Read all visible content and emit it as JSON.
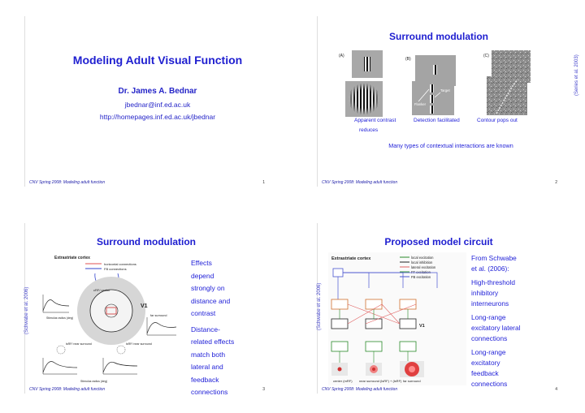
{
  "slides": [
    {
      "title": "Modeling Adult Visual Function",
      "author": "Dr. James A. Bednar",
      "email": "jbednar@inf.ed.ac.uk",
      "url": "http://homepages.inf.ed.ac.uk/jbednar",
      "footer": "CNV Spring 2008: Modeling adult function",
      "page": "1"
    },
    {
      "title": "Surround modulation",
      "panel_letters": [
        "(A)",
        "(B)",
        "(C)"
      ],
      "target_label": "Target",
      "flanker_label": "Flanker",
      "captions": [
        "Apparent contrast",
        "Detection facilitated",
        "Contour pops out"
      ],
      "caption_extra": "reduces",
      "summary": "Many types of contextual interactions are known",
      "citation": "(Series et al. 2003)",
      "footer": "CNV Spring 2008: Modeling adult function",
      "page": "2"
    },
    {
      "title": "Surround modulation",
      "body_lines": [
        "Effects",
        "depend",
        "strongly on",
        "distance and",
        "contrast",
        "Distance-",
        "related effects",
        "match both",
        "lateral and",
        "feedback",
        "connections"
      ],
      "citation": "(Schwabe et al. 2006)",
      "figure": {
        "area_label": "Extrastriate cortex",
        "legend": [
          "horizontal connections",
          "FB connections"
        ],
        "v1_label": "V1",
        "crf_label": "cRF/ center",
        "far_surround": "far surround",
        "lsrf_near": "lsRF/ near surround",
        "lsrf_near_2": "lsRF/ near surround",
        "response_label": "Response (spk/s)",
        "stimulus_label": "Stimulus radius (deg)"
      },
      "footer": "CNV Spring 2008: Modeling adult function",
      "page": "3"
    },
    {
      "title": "Proposed model circuit",
      "body_lines": [
        "From Schwabe",
        "et al. (2006):",
        "High-threshold",
        "inhibitory",
        "interneurons",
        "Long-range",
        "excitatory lateral",
        "connections",
        "Long-range",
        "excitatory",
        "feedback",
        "connections"
      ],
      "citation": "(Schwabe et al. 2006)",
      "figure": {
        "area_label": "Extrastriate cortex",
        "legend": [
          "local excitation",
          "local inhibition",
          "lateral excitation",
          "FF excitation",
          "FB excitation"
        ],
        "v1_label": "V1",
        "labels": [
          "center (mRF)",
          "near surround (lsRF) + (lsRF)",
          "far surround"
        ]
      },
      "footer": "CNV Spring 2008: Modeling adult function",
      "page": "4"
    }
  ],
  "colors": {
    "title": "#1e1ed0",
    "text": "#2222d8",
    "footer": "#1a1aa8"
  }
}
